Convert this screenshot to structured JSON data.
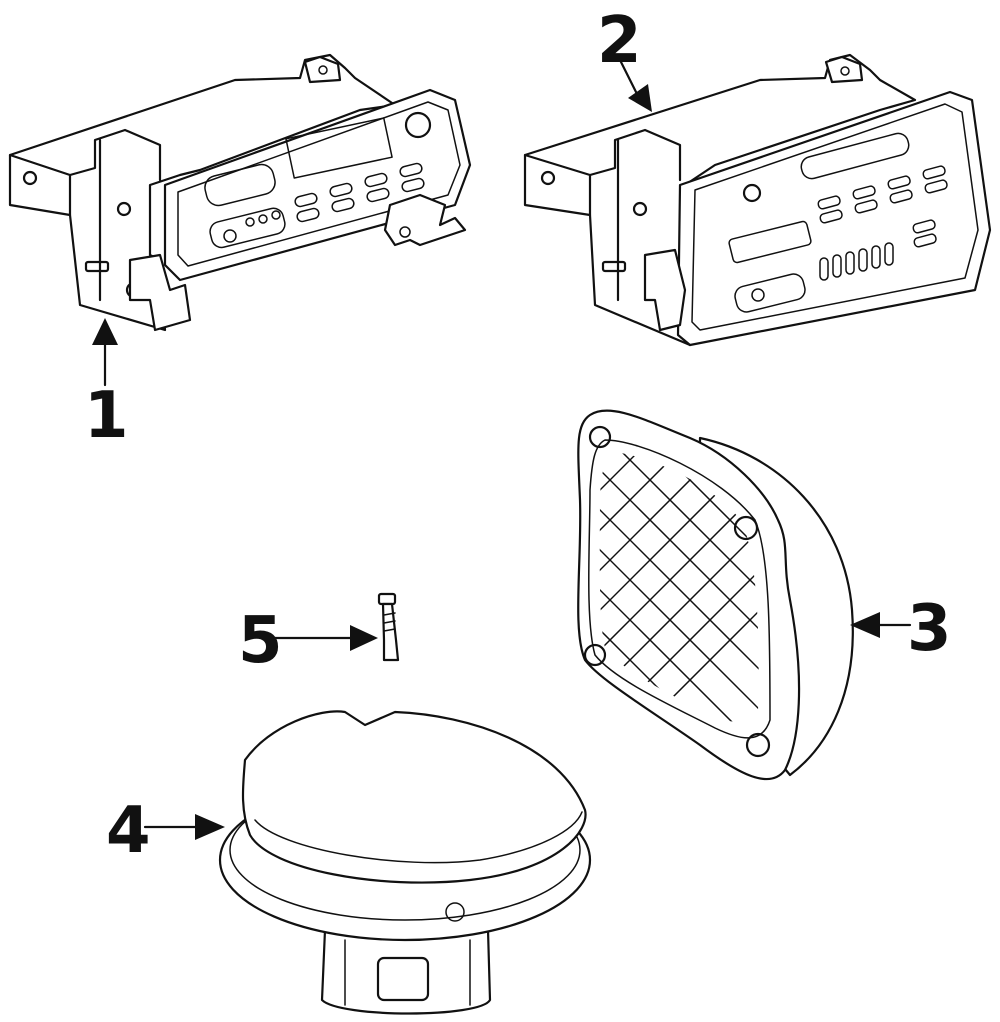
{
  "diagram": {
    "callouts": [
      {
        "id": "1",
        "label": "1"
      },
      {
        "id": "2",
        "label": "2"
      },
      {
        "id": "3",
        "label": "3"
      },
      {
        "id": "4",
        "label": "4"
      },
      {
        "id": "5",
        "label": "5"
      }
    ]
  },
  "colors": {
    "ink": "#111111",
    "background": "#ffffff"
  }
}
